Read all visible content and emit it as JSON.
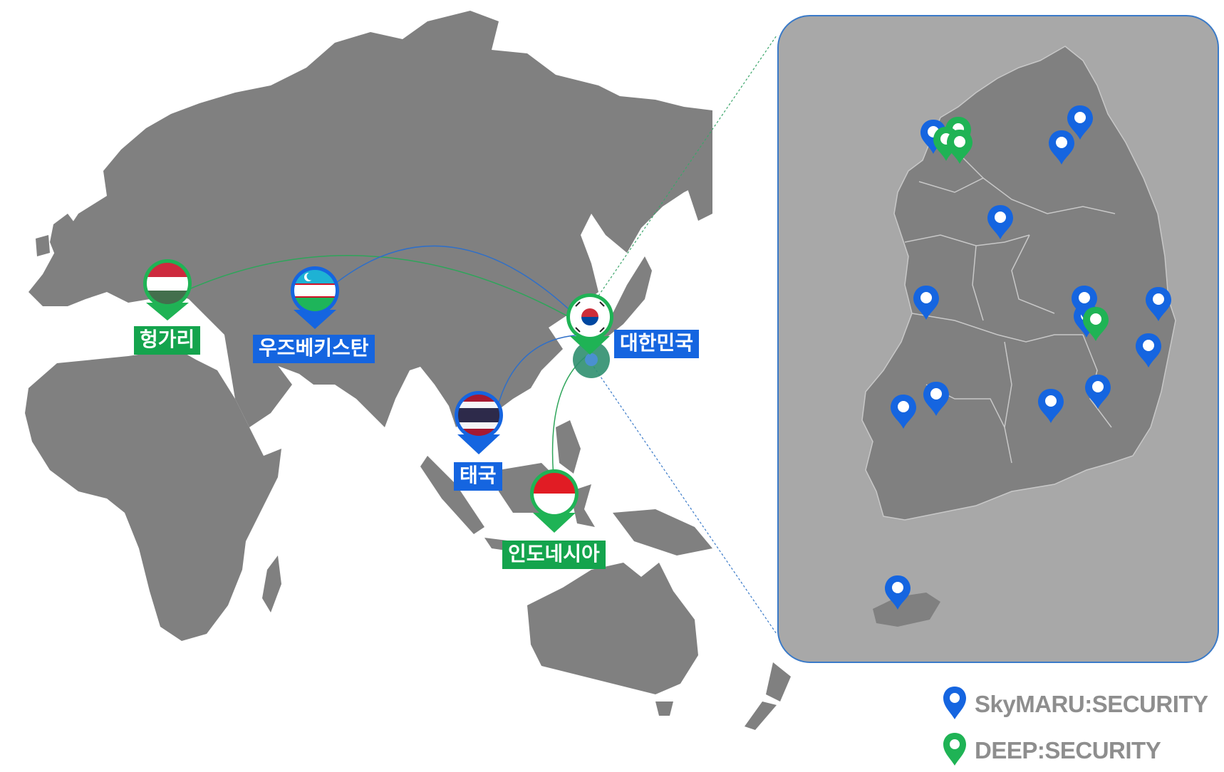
{
  "countries": {
    "hungary": "헝가리",
    "uzbekistan": "우즈베키스탄",
    "korea": "대한민국",
    "thailand": "태국",
    "indonesia": "인도네시아"
  },
  "legend": [
    {
      "label": "SkyMARU:SECURITY",
      "color": "#1565e0"
    },
    {
      "label": "DEEP:SECURITY",
      "color": "#1fb355"
    }
  ],
  "colors": {
    "land": "#808080",
    "inset_bg": "#a8a8a8",
    "inset_border": "#3a7ac8",
    "blue_pin": "#1565e0",
    "green_pin": "#1fb355"
  }
}
